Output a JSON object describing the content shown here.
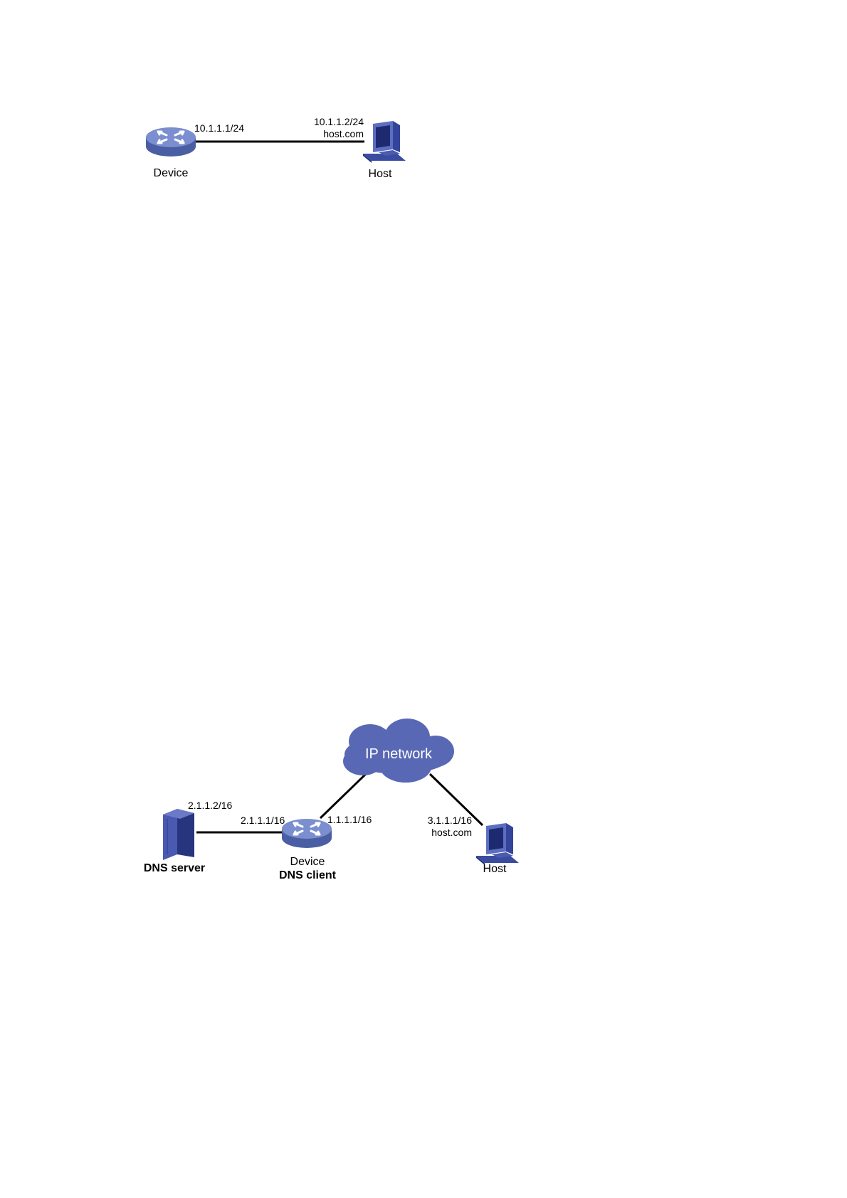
{
  "figure1": {
    "device": {
      "name": "Device",
      "ip": "10.1.1.1/24"
    },
    "host": {
      "name": "Host",
      "ip": "10.1.1.2/24",
      "domain": "host.com"
    }
  },
  "figure2": {
    "cloud": {
      "label": "IP network"
    },
    "dns_server": {
      "name": "DNS server",
      "ip": "2.1.1.2/16"
    },
    "device": {
      "name": "Device",
      "role": "DNS client",
      "ip_left": "2.1.1.1/16",
      "ip_right": "1.1.1.1/16"
    },
    "host": {
      "name": "Host",
      "ip": "3.1.1.1/16",
      "domain": "host.com"
    }
  },
  "colors": {
    "device_blue": "#5a6fb0",
    "device_top": "#7b8ed0",
    "pc_blue": "#3d4fa8",
    "server_blue": "#2e3a8a",
    "cloud_blue": "#5868b4"
  },
  "icons": [
    "router-icon",
    "pc-icon",
    "server-icon",
    "cloud-icon"
  ]
}
